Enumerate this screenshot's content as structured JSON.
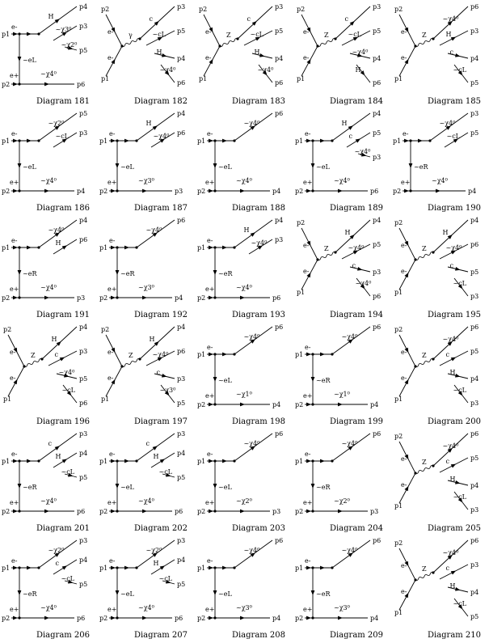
{
  "diagrams": [
    {
      "caption": "Diagram 181",
      "topo": "t",
      "top_in": "p1",
      "bot_in": "p2",
      "e_top": "e-",
      "e_bot": "e+",
      "prop": "~eL",
      "top_out": [
        "p4",
        "p3",
        "p5"
      ],
      "top_mid": [
        "H",
        "~χ3⁰",
        "~χ2⁰"
      ],
      "bot_out": "p6",
      "bot_mid": "~χ4⁰"
    },
    {
      "caption": "Diagram 182",
      "topo": "s",
      "top_in": "p2",
      "bot_in": "p1",
      "e_top": "e-",
      "e_bot": "e-",
      "boson": "γ",
      "outs": [
        "p3",
        "p5",
        "p4",
        "p6"
      ],
      "mids": [
        "c",
        "~cL",
        "H",
        "~χ4⁰"
      ]
    },
    {
      "caption": "Diagram 183",
      "topo": "s",
      "top_in": "p2",
      "bot_in": "p1",
      "e_top": "e-",
      "e_bot": "e-",
      "boson": "Z",
      "outs": [
        "p3",
        "p5",
        "p4",
        "p6"
      ],
      "mids": [
        "c",
        "~cL",
        "H",
        "~χ4⁰"
      ]
    },
    {
      "caption": "Diagram 184",
      "topo": "s",
      "top_in": "p2",
      "bot_in": "p1",
      "e_top": "e-",
      "e_bot": "e-",
      "boson": "Z",
      "outs": [
        "p3",
        "p5",
        "p4",
        "p6"
      ],
      "mids": [
        "c",
        "~cL",
        "~χ4⁰",
        "H"
      ]
    },
    {
      "caption": "Diagram 185",
      "topo": "s",
      "top_in": "p2",
      "bot_in": "p1",
      "e_top": "e-",
      "e_bot": "e-",
      "boson": "Z",
      "outs": [
        "p6",
        "p3",
        "p4",
        "p5"
      ],
      "mids": [
        "~χ4⁰",
        "H",
        "c",
        "~cL"
      ]
    },
    {
      "caption": "Diagram 186",
      "topo": "t",
      "top_in": "p1",
      "bot_in": "p2",
      "e_top": "e-",
      "e_bot": "e+",
      "prop": "~eL",
      "top_out": [
        "p5",
        "p3"
      ],
      "top_mid": [
        "~χ2⁰",
        "~cL"
      ],
      "bot_out": "p4",
      "bot_mid": "~χ4⁰"
    },
    {
      "caption": "Diagram 187",
      "topo": "t",
      "top_in": "p1",
      "bot_in": "p2",
      "e_top": "e-",
      "e_bot": "e+",
      "prop": "~eL",
      "top_out": [
        "p4",
        "p6"
      ],
      "top_mid": [
        "H",
        "~χ4⁰"
      ],
      "bot_out": "p3",
      "bot_mid": "~χ3⁰"
    },
    {
      "caption": "Diagram 188",
      "topo": "t",
      "top_in": "p1",
      "bot_in": "p2",
      "e_top": "e-",
      "e_bot": "e+",
      "prop": "~eL",
      "top_out": [
        "p6"
      ],
      "top_mid": [
        "~χ4⁰"
      ],
      "bot_out": "p4",
      "bot_mid": "~χ4⁰"
    },
    {
      "caption": "Diagram 189",
      "topo": "t",
      "top_in": "p1",
      "bot_in": "p2",
      "e_top": "e-",
      "e_bot": "e+",
      "prop": "~eL",
      "top_out": [
        "p4",
        "p5",
        "p3"
      ],
      "top_mid": [
        "H",
        "c",
        "~χ4⁰"
      ],
      "bot_out": "p6",
      "bot_mid": "~χ4⁰"
    },
    {
      "caption": "Diagram 190",
      "topo": "t",
      "top_in": "p1",
      "bot_in": "p2",
      "e_top": "e-",
      "e_bot": "e+",
      "prop": "~eR",
      "top_out": [
        "p3",
        "p5"
      ],
      "top_mid": [
        "~χ4⁰",
        "~cL"
      ],
      "bot_out": "p4",
      "bot_mid": "~χ4⁰"
    },
    {
      "caption": "Diagram 191",
      "topo": "t",
      "top_in": "p1",
      "bot_in": "p2",
      "e_top": "e-",
      "e_bot": "e+",
      "prop": "~eR",
      "top_out": [
        "p4",
        "p6"
      ],
      "top_mid": [
        "~χ4⁰",
        "H"
      ],
      "bot_out": "p3",
      "bot_mid": "~χ4⁰"
    },
    {
      "caption": "Diagram 192",
      "topo": "t",
      "top_in": "p1",
      "bot_in": "p2",
      "e_top": "e-",
      "e_bot": "e+",
      "prop": "~eR",
      "top_out": [
        "p6"
      ],
      "top_mid": [
        "~χ4⁰"
      ],
      "bot_out": "p4",
      "bot_mid": "~χ3⁰"
    },
    {
      "caption": "Diagram 193",
      "topo": "t",
      "top_in": "p1",
      "bot_in": "p2",
      "e_top": "e-",
      "e_bot": "e+",
      "prop": "~eR",
      "top_out": [
        "p4",
        "p3"
      ],
      "top_mid": [
        "H",
        "~χ4⁰"
      ],
      "bot_out": "p6",
      "bot_mid": "~χ4⁰"
    },
    {
      "caption": "Diagram 194",
      "topo": "s",
      "top_in": "p2",
      "bot_in": "p1",
      "e_top": "e-",
      "e_bot": "e-",
      "boson": "Z",
      "outs": [
        "p4",
        "p5",
        "p3",
        "p6"
      ],
      "mids": [
        "H",
        "~χ4⁰",
        "c",
        "~χ4⁰"
      ]
    },
    {
      "caption": "Diagram 195",
      "topo": "s",
      "top_in": "p2",
      "bot_in": "p1",
      "e_top": "e-",
      "e_bot": "e-",
      "boson": "Z",
      "outs": [
        "p4",
        "p6",
        "p5",
        "p3"
      ],
      "mids": [
        "H",
        "~χ4⁰",
        "c",
        "~cL"
      ]
    },
    {
      "caption": "Diagram 196",
      "topo": "s",
      "top_in": "p2",
      "bot_in": "p1",
      "e_top": "e-",
      "e_bot": "e-",
      "boson": "Z",
      "outs": [
        "p4",
        "p3",
        "p5",
        "p6"
      ],
      "mids": [
        "H",
        "c",
        "~χ4⁰",
        "~cL"
      ]
    },
    {
      "caption": "Diagram 197",
      "topo": "s",
      "top_in": "p2",
      "bot_in": "p1",
      "e_top": "e-",
      "e_bot": "e-",
      "boson": "Z",
      "outs": [
        "p4",
        "p6",
        "p3",
        "p5"
      ],
      "mids": [
        "H",
        "~χ4⁰",
        "c",
        "~χ3⁰"
      ]
    },
    {
      "caption": "Diagram 198",
      "topo": "t",
      "top_in": "p1",
      "bot_in": "p2",
      "e_top": "e-",
      "e_bot": "e+",
      "prop": "~eL",
      "top_out": [
        "p6"
      ],
      "top_mid": [
        "~χ4⁰"
      ],
      "bot_out": "p4",
      "bot_mid": "~χ1⁰"
    },
    {
      "caption": "Diagram 199",
      "topo": "t",
      "top_in": "p1",
      "bot_in": "p2",
      "e_top": "e-",
      "e_bot": "e+",
      "prop": "~eR",
      "top_out": [
        "p6"
      ],
      "top_mid": [
        "~χ4⁰"
      ],
      "bot_out": "p4",
      "bot_mid": "~χ1⁰"
    },
    {
      "caption": "Diagram 200",
      "topo": "s",
      "top_in": "p2",
      "bot_in": "p1",
      "e_top": "e-",
      "e_bot": "e-",
      "boson": "Z",
      "outs": [
        "p6",
        "p5",
        "p4",
        "p3"
      ],
      "mids": [
        "~χ4⁰",
        "c",
        "H",
        "~cL"
      ]
    },
    {
      "caption": "Diagram 201",
      "topo": "t",
      "top_in": "p1",
      "bot_in": "p2",
      "e_top": "e-",
      "e_bot": "e+",
      "prop": "~eR",
      "top_out": [
        "p3",
        "p4",
        "p5"
      ],
      "top_mid": [
        "c",
        "H",
        "~cL"
      ],
      "bot_out": "p6",
      "bot_mid": "~χ4⁰"
    },
    {
      "caption": "Diagram 202",
      "topo": "t",
      "top_in": "p1",
      "bot_in": "p2",
      "e_top": "e-",
      "e_bot": "e+",
      "prop": "~eL",
      "top_out": [
        "p3",
        "p4",
        "p5"
      ],
      "top_mid": [
        "c",
        "H",
        "~cL"
      ],
      "bot_out": "p6",
      "bot_mid": "~χ4⁰"
    },
    {
      "caption": "Diagram 203",
      "topo": "t",
      "top_in": "p1",
      "bot_in": "p2",
      "e_top": "e-",
      "e_bot": "e+",
      "prop": "~eL",
      "top_out": [
        "p6"
      ],
      "top_mid": [
        "~χ4⁰"
      ],
      "bot_out": "p3",
      "bot_mid": "~χ2⁰"
    },
    {
      "caption": "Diagram 204",
      "topo": "t",
      "top_in": "p1",
      "bot_in": "p2",
      "e_top": "e-",
      "e_bot": "e+",
      "prop": "~eR",
      "top_out": [
        "p6"
      ],
      "top_mid": [
        "~χ4⁰"
      ],
      "bot_out": "p3",
      "bot_mid": "~χ2⁰"
    },
    {
      "caption": "Diagram 205",
      "topo": "s",
      "top_in": "p2",
      "bot_in": "p1",
      "e_top": "e-",
      "e_bot": "e-",
      "boson": "Z",
      "outs": [
        "p6",
        "p5",
        "p4",
        "p3"
      ],
      "mids": [
        "~χ4⁰",
        "c",
        "H",
        "~cL"
      ]
    },
    {
      "caption": "Diagram 206",
      "topo": "t",
      "top_in": "p1",
      "bot_in": "p2",
      "e_top": "e-",
      "e_bot": "e+",
      "prop": "~eR",
      "top_out": [
        "p3",
        "p4",
        "p5"
      ],
      "top_mid": [
        "~χ2⁰",
        "c",
        "~cL"
      ],
      "bot_out": "p6",
      "bot_mid": "~χ4⁰"
    },
    {
      "caption": "Diagram 207",
      "topo": "t",
      "top_in": "p1",
      "bot_in": "p2",
      "e_top": "e-",
      "e_bot": "e+",
      "prop": "~eL",
      "top_out": [
        "p3",
        "p4",
        "p5"
      ],
      "top_mid": [
        "~χ2⁰",
        "H",
        "~cL"
      ],
      "bot_out": "p6",
      "bot_mid": "~χ4⁰"
    },
    {
      "caption": "Diagram 208",
      "topo": "t",
      "top_in": "p1",
      "bot_in": "p2",
      "e_top": "e-",
      "e_bot": "e+",
      "prop": "~eL",
      "top_out": [
        "p6"
      ],
      "top_mid": [
        "~χ4⁰"
      ],
      "bot_out": "p4",
      "bot_mid": "~χ3⁰"
    },
    {
      "caption": "Diagram 209",
      "topo": "t",
      "top_in": "p1",
      "bot_in": "p2",
      "e_top": "e-",
      "e_bot": "e+",
      "prop": "~eR",
      "top_out": [
        "p6"
      ],
      "top_mid": [
        "~χ4⁰"
      ],
      "bot_out": "p4",
      "bot_mid": "~χ3⁰"
    },
    {
      "caption": "Diagram 210",
      "topo": "s",
      "top_in": "p2",
      "bot_in": "p1",
      "e_top": "e-",
      "e_bot": "e-",
      "boson": "Z",
      "outs": [
        "p6",
        "p3",
        "p4",
        "p5"
      ],
      "mids": [
        "~χ4⁰",
        "c",
        "H",
        "~cL"
      ]
    }
  ]
}
